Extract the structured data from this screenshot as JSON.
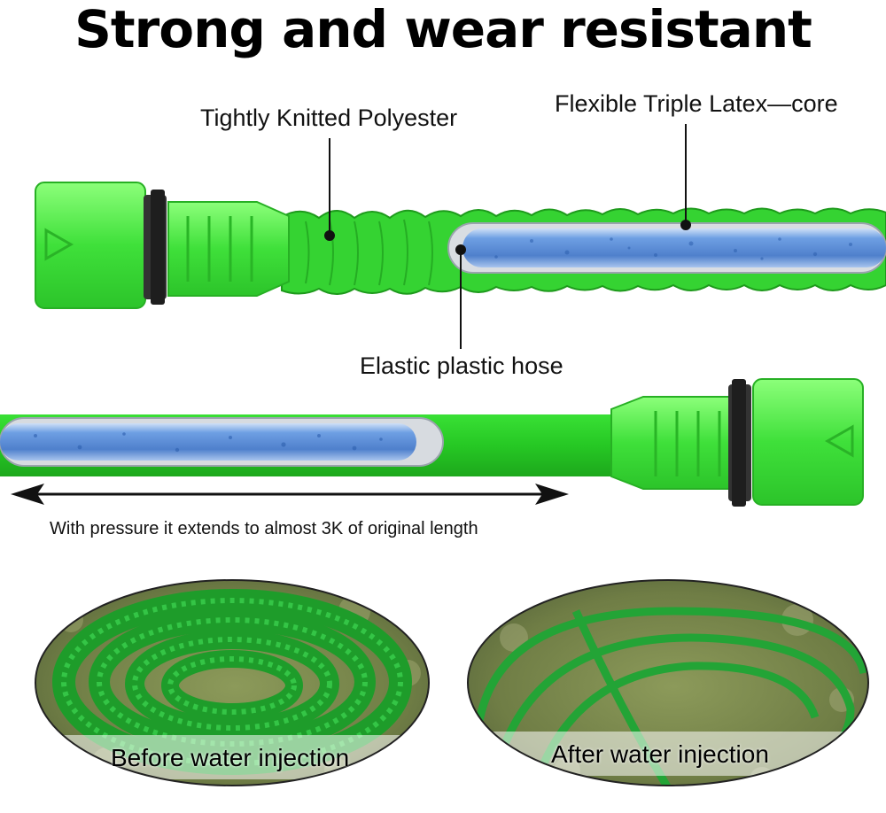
{
  "title": "Strong and wear resistant",
  "callouts": {
    "polyester": "Tightly Knitted Polyester",
    "core": "Flexible Triple Latex—core",
    "elastic": "Elastic plastic hose"
  },
  "extension_note": "With pressure it extends to almost 3K of original length",
  "photos": {
    "before": "Before water injection",
    "after": "After water injection"
  },
  "colors": {
    "hose_green": "#2fd82f",
    "connector_green": "#4ef24a",
    "inner_blue": "#5e8fd8",
    "grass": "#7d8a52"
  },
  "icons": [
    "double-arrow-icon",
    "triangle-marker-icon"
  ]
}
